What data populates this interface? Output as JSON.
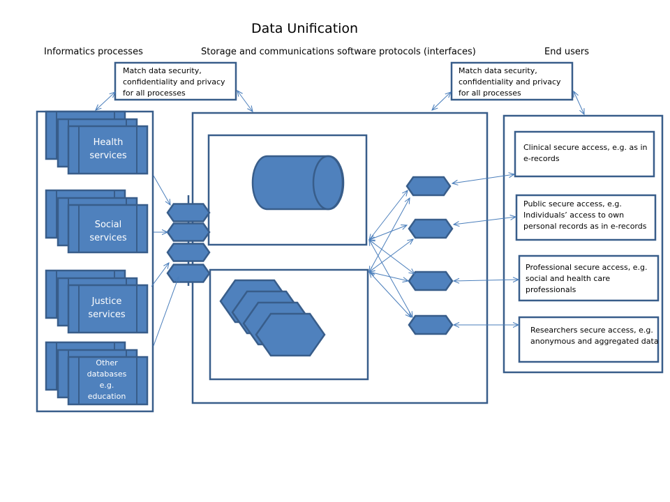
{
  "title": "Data Unification",
  "sections": {
    "left": "Informatics processes",
    "middle": "Storage and communications software protocols (interfaces)",
    "right": "End users"
  },
  "security_notes": [
    {
      "lines": [
        "Match data security,",
        "confidentiality and privacy",
        "for all processes"
      ]
    },
    {
      "lines": [
        "Match data security,",
        "confidentiality and privacy",
        "for all processes"
      ]
    }
  ],
  "services": [
    {
      "lines": [
        "Health",
        "services"
      ]
    },
    {
      "lines": [
        "Social",
        "services"
      ]
    },
    {
      "lines": [
        "Justice",
        "services"
      ]
    },
    {
      "lines": [
        "Other",
        "databases",
        "e.g.",
        "education"
      ]
    }
  ],
  "end_users": [
    {
      "lines": [
        "Clinical secure access, e.g. as in",
        "e-records"
      ]
    },
    {
      "lines": [
        "Public secure access, e.g.",
        "Individuals’ access to own",
        "personal records as in e-records"
      ]
    },
    {
      "lines": [
        "Professional secure access, e.g.",
        "social and health care",
        "professionals"
      ]
    },
    {
      "lines": [
        "Researchers secure access, e.g.",
        "anonymous and aggregated  data"
      ]
    }
  ],
  "colors": {
    "shape_fill": "#4f81bd",
    "shape_stroke": "#385d8a",
    "arrow": "#4a7ebb"
  }
}
